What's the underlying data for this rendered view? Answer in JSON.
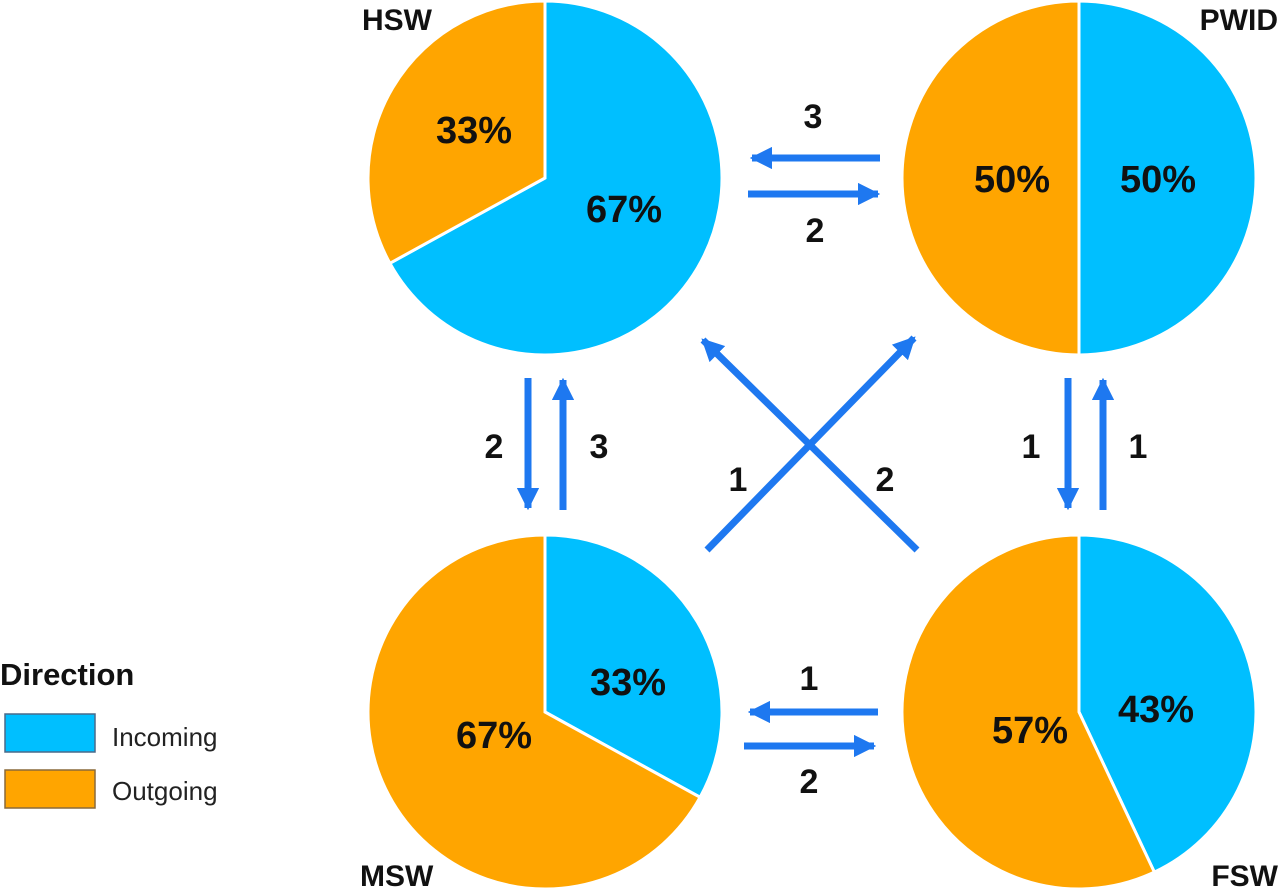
{
  "colors": {
    "incoming": "#00BFFF",
    "outgoing": "#FFA500",
    "arrow": "#1E78F0",
    "slice_border": "#FFFFFF",
    "text": "#111111"
  },
  "chart_data": {
    "type": "pie",
    "legend": {
      "title": "Direction",
      "placement": "left",
      "entries": [
        {
          "key": "incoming",
          "label": "Incoming"
        },
        {
          "key": "outgoing",
          "label": "Outgoing"
        }
      ]
    },
    "pies": [
      {
        "id": "hsw",
        "name": "HSW",
        "slices": [
          {
            "key": "incoming",
            "value": 67,
            "label": "67%"
          },
          {
            "key": "outgoing",
            "value": 33,
            "label": "33%"
          }
        ]
      },
      {
        "id": "pwid",
        "name": "PWID",
        "slices": [
          {
            "key": "incoming",
            "value": 50,
            "label": "50%"
          },
          {
            "key": "outgoing",
            "value": 50,
            "label": "50%"
          }
        ]
      },
      {
        "id": "msw",
        "name": "MSW",
        "slices": [
          {
            "key": "incoming",
            "value": 33,
            "label": "33%"
          },
          {
            "key": "outgoing",
            "value": 67,
            "label": "67%"
          }
        ]
      },
      {
        "id": "fsw",
        "name": "FSW",
        "slices": [
          {
            "key": "incoming",
            "value": 43,
            "label": "43%"
          },
          {
            "key": "outgoing",
            "value": 57,
            "label": "57%"
          }
        ]
      }
    ],
    "flows": [
      {
        "from": "PWID",
        "to": "HSW",
        "count": 3,
        "label": "3"
      },
      {
        "from": "HSW",
        "to": "PWID",
        "count": 2,
        "label": "2"
      },
      {
        "from": "HSW",
        "to": "MSW",
        "count": 2,
        "label": "2"
      },
      {
        "from": "MSW",
        "to": "HSW",
        "count": 3,
        "label": "3"
      },
      {
        "from": "PWID",
        "to": "FSW",
        "count": 1,
        "label": "1"
      },
      {
        "from": "FSW",
        "to": "PWID",
        "count": 1,
        "label": "1"
      },
      {
        "from": "FSW",
        "to": "MSW",
        "count": 1,
        "label": "1"
      },
      {
        "from": "MSW",
        "to": "FSW",
        "count": 2,
        "label": "2"
      },
      {
        "from": "MSW",
        "to": "PWID",
        "count": 1,
        "label": "1"
      },
      {
        "from": "FSW",
        "to": "HSW",
        "count": 2,
        "label": "2"
      }
    ]
  }
}
